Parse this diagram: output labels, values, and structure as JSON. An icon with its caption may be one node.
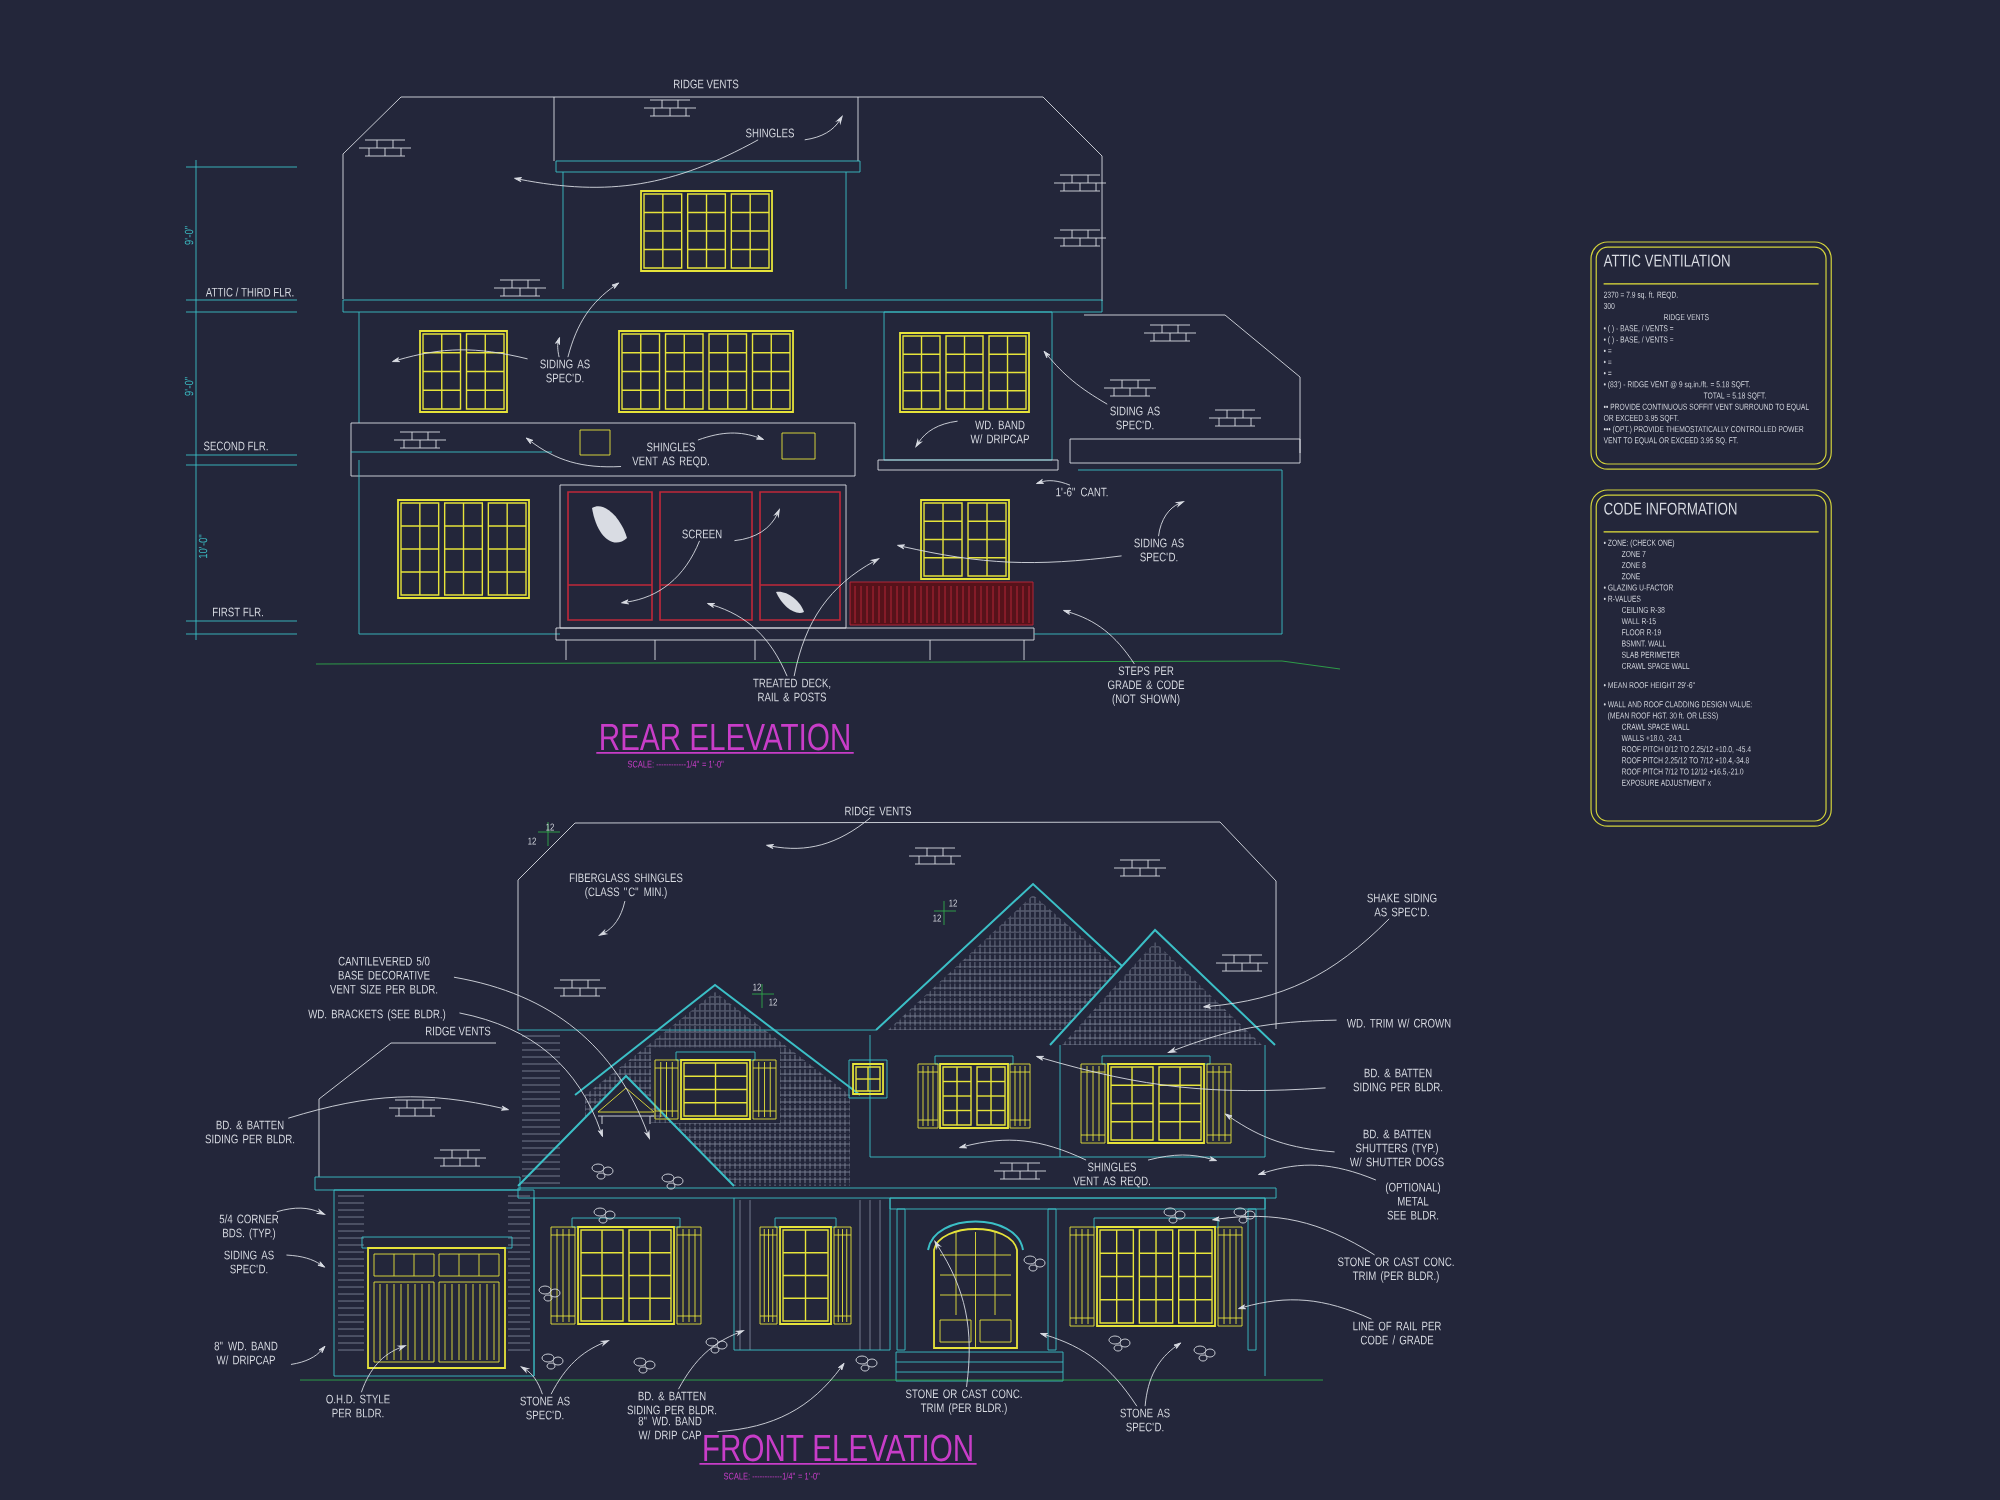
{
  "diagram": {
    "nodes": [
      {
        "text": [
          "SHINGLES"
        ]
      },
      {
        "text": [
          "SIDING AS SPEC'D."
        ]
      },
      {
        "text": [
          "SHINGLES VENT AS REQD."
        ]
      },
      {
        "text": [
          "SCREEN"
        ]
      },
      {
        "text": [
          "TREATED DECK, RAIL & POSTS"
        ]
      },
      {
        "text": [
          "WD. BAND W/ DRIPCAP"
        ]
      },
      {
        "text": [
          "SIDING AS SPEC'D."
        ]
      },
      {
        "text": [
          "1'-6\" CANT."
        ]
      },
      {
        "text": [
          "SIDING AS SPEC'D."
        ]
      },
      {
        "text": [
          "STEPS PER GRADE & CODE (NOT SHOWN)"
        ]
      },
      {
        "text": [
          "ATTIC VENTILATION",
          "2370 = 7.9 sq. ft. REQD.",
          "300",
          "RIDGE VENTS",
          "• ( ) - BASE, / VENTS =",
          "• ( ) - BASE, / VENTS =",
          "• =",
          "• =",
          "• =",
          "• (83') - RIDGE VENT @ 9 sq.in./ft. = 5.18 SQFT.",
          "TOTAL = 5.18 SQFT.",
          "•• PROVIDE CONTINUOUS SOFFIT VENT SURROUND TO EQUAL OR EXCEED 3.95 SQFT.",
          "••• (OPT.) PROVIDE THEMOSTATICALLY CONTROLLED POWER VENT TO EQUAL OR EXCEED 3.95 SQ. FT."
        ]
      },
      {
        "text": [
          "CODE INFORMATION",
          "• ZONE: (CHECK ONE)",
          "ZONE 7",
          "ZONE 8",
          "ZONE",
          "• GLAZING U-FACTOR",
          "• R-VALUES",
          "CEILING R-38",
          "WALL R-15",
          "FLOOR R-19",
          "BSMNT. WALL",
          "SLAB PERIMETER",
          "CRAWL SPACE WALL",
          "• MEAN ROOF HEIGHT 29'-6\"",
          "• WALL AND ROOF CLADDING DESIGN VALUE:",
          "(MEAN ROOF HGT. 30 ft. OR LESS)",
          "CRAWL SPACE WALL",
          "WALLS +18.0, -24.1",
          "ROOF PITCH 0/12 TO 2.25/12 +10.0, -45.4",
          "ROOF PITCH 2.25/12 TO 7/12 +10.4,-34.8",
          "ROOF PITCH 7/12 TO 12/12 +16.5,-21.0",
          "EXPOSURE ADJUSTMENT x"
        ]
      },
      {
        "text": [
          "RIDGE VENTS"
        ]
      },
      {
        "text": [
          "FIBERGLASS SHINGLES (CLASS \"C\" MIN.)"
        ]
      },
      {
        "text": [
          "CANTILEVERED 5/0 BASE DECORATIVE VENT SIZE PER BLDR."
        ]
      },
      {
        "text": [
          "WD. BRACKETS (SEE BLDR.)"
        ]
      },
      {
        "text": [
          "BD. & BATTEN SIDING PER BLDR."
        ]
      },
      {
        "text": [
          "5/4 CORNER BDS. (TYP.)"
        ]
      },
      {
        "text": [
          "SIDING AS SPEC'D."
        ]
      },
      {
        "text": [
          "8\" WD. BAND W/ DRIPCAP"
        ]
      },
      {
        "text": [
          "O.H.D. STYLE PER BLDR."
        ]
      },
      {
        "text": [
          "STONE AS SPEC'D."
        ]
      },
      {
        "text": [
          "BD. & BATTEN SIDING PER BLDR."
        ]
      },
      {
        "text": [
          "8\" WD. BAND W/ DRIP CAP"
        ]
      },
      {
        "text": [
          "STONE OR CAST CONC. TRIM (PER BLDR.)"
        ]
      },
      {
        "text": [
          "STONE AS SPEC'D."
        ]
      },
      {
        "text": [
          "SHAKE SIDING AS SPEC'D."
        ]
      },
      {
        "text": [
          "WD. TRIM W/ CROWN"
        ]
      },
      {
        "text": [
          "BD. & BATTEN SIDING PER BLDR."
        ]
      },
      {
        "text": [
          "BD. & BATTEN SHUTTERS (TYP.) W/ SHUTTER DOGS"
        ]
      },
      {
        "text": [
          "SHINGLES VENT AS REQD."
        ]
      },
      {
        "text": [
          "(OPTIONAL) METAL SEE BLDR."
        ]
      },
      {
        "text": [
          "STONE OR CAST CONC. TRIM (PER BLDR.)"
        ]
      },
      {
        "text": [
          "LINE OF RAIL PER CODE / GRADE"
        ]
      }
    ],
    "edges": [
      {
        "from": 0,
        "to": null,
        "arrow": "to"
      },
      {
        "from": 0,
        "to": null,
        "arrow": "to"
      },
      {
        "from": 1,
        "to": null,
        "arrow": "to"
      },
      {
        "from": 1,
        "to": null,
        "arrow": "to"
      },
      {
        "from": 1,
        "to": null,
        "arrow": "to"
      },
      {
        "from": 2,
        "to": null,
        "arrow": "to"
      },
      {
        "from": 2,
        "to": null,
        "arrow": "to"
      },
      {
        "from": 3,
        "to": null,
        "arrow": "to"
      },
      {
        "from": 3,
        "to": null,
        "arrow": "to"
      },
      {
        "from": 4,
        "to": null,
        "arrow": "to"
      },
      {
        "from": 4,
        "to": null,
        "arrow": "to"
      },
      {
        "from": 5,
        "to": null,
        "arrow": "to"
      },
      {
        "from": 6,
        "to": null,
        "arrow": "to"
      },
      {
        "from": 7,
        "to": null,
        "arrow": "to"
      },
      {
        "from": 8,
        "to": null,
        "arrow": "to"
      },
      {
        "from": 8,
        "to": null,
        "arrow": "to"
      },
      {
        "from": 9,
        "to": null,
        "arrow": "to"
      },
      {
        "from": 12,
        "to": null,
        "arrow": "to"
      },
      {
        "from": 13,
        "to": null,
        "arrow": "to"
      },
      {
        "from": 14,
        "to": null,
        "arrow": "to"
      },
      {
        "from": 15,
        "to": null,
        "arrow": "to"
      },
      {
        "from": 16,
        "to": null,
        "arrow": "to"
      },
      {
        "from": 17,
        "to": null,
        "arrow": "to"
      },
      {
        "from": 18,
        "to": null,
        "arrow": "to"
      },
      {
        "from": 19,
        "to": null,
        "arrow": "to"
      },
      {
        "from": 20,
        "to": null,
        "arrow": "to"
      },
      {
        "from": 21,
        "to": null,
        "arrow": "to"
      },
      {
        "from": 21,
        "to": null,
        "arrow": "to"
      },
      {
        "from": 22,
        "to": null,
        "arrow": "to"
      },
      {
        "from": 23,
        "to": null,
        "arrow": "to"
      },
      {
        "from": 24,
        "to": null,
        "arrow": "to"
      },
      {
        "from": 25,
        "to": null,
        "arrow": "to"
      },
      {
        "from": 25,
        "to": null,
        "arrow": "to"
      },
      {
        "from": 26,
        "to": null,
        "arrow": "to"
      },
      {
        "from": 27,
        "to": null,
        "arrow": "to"
      },
      {
        "from": 28,
        "to": null,
        "arrow": "to"
      },
      {
        "from": 29,
        "to": null,
        "arrow": "to"
      },
      {
        "from": 30,
        "to": null,
        "arrow": "to"
      },
      {
        "from": 30,
        "to": null,
        "arrow": "to"
      },
      {
        "from": 31,
        "to": null,
        "arrow": "to"
      },
      {
        "from": 32,
        "to": null,
        "arrow": "to"
      },
      {
        "from": 33,
        "to": null,
        "arrow": "to"
      }
    ],
    "labels": [
      "RIDGE VENTS",
      "9'-0\"",
      "ATTIC / THIRD FLR.",
      "9'-0\"",
      "SECOND FLR.",
      "10'-0\"",
      "FIRST FLR.",
      "REAR ELEVATION",
      "SCALE: ------------1/4\" = 1'-0\"",
      "12",
      "12",
      "12",
      "12",
      "12",
      "12",
      "RIDGE VENTS",
      "FRONT ELEVATION",
      "SCALE: ------------1/4\" = 1'-0\""
    ]
  }
}
